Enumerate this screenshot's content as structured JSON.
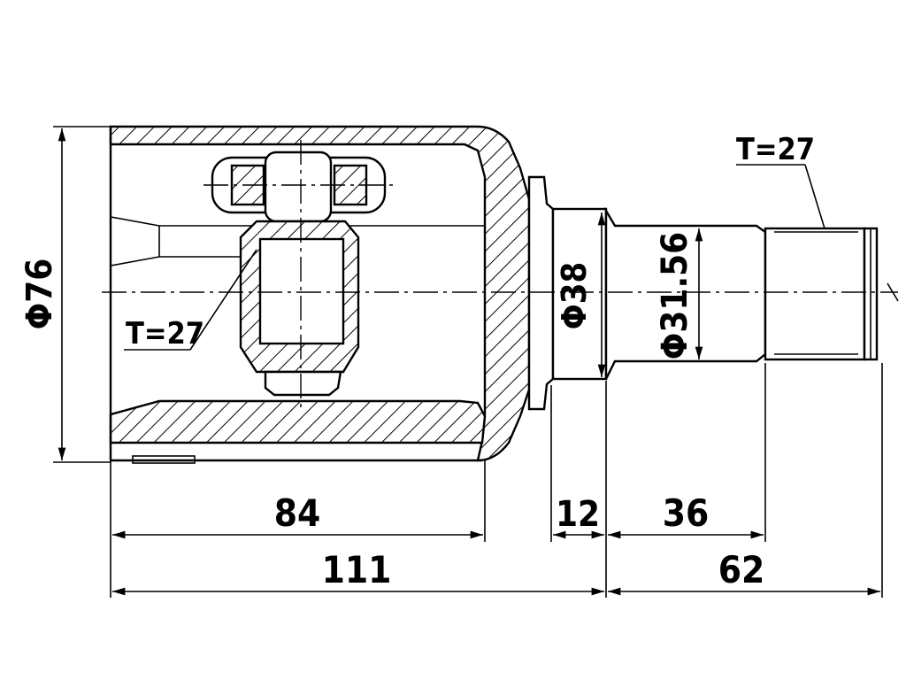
{
  "dimensions": {
    "outer_diameter": "Φ76",
    "housing_length": "84",
    "total_housing_length": "111",
    "collar_length": "12",
    "shaft_length": "36",
    "stub_total_length": "62",
    "collar_diameter": "Φ38",
    "shaft_diameter": "Φ31.56",
    "inner_spline_teeth": "T=27",
    "outer_spline_teeth": "T=27"
  }
}
